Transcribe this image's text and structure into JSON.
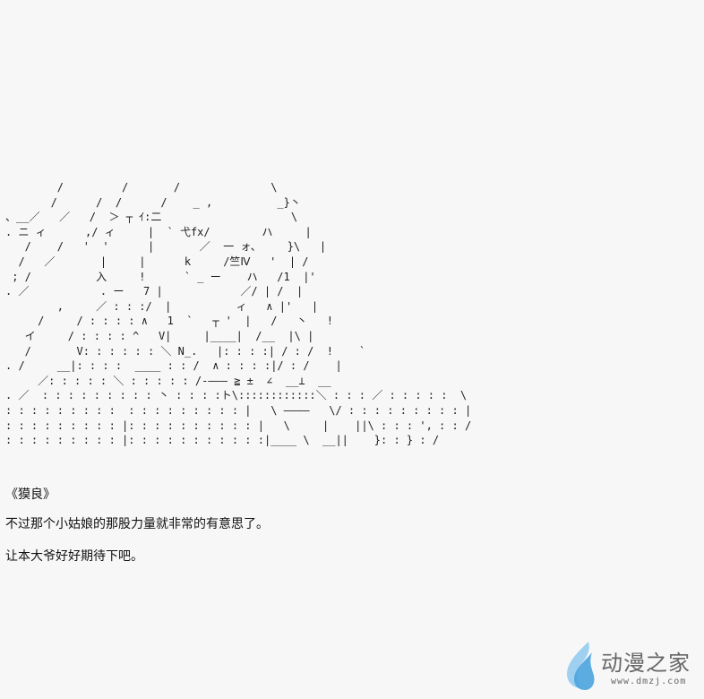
{
  "ascii_art": {
    "lines": [
      "        /         /       /              \\",
      "       /      /  /      /    _ ,          _}丶",
      "、__／   ／   /  ＞ ┬ ｲ:二                    \\",
      ". ニ ィ      ,/ ィ     |  ` 弋fx/        ハ     |",
      "   /    /   '  '      |       ／  一 ォ、    }\\   |",
      "  /   ／       |     |      k     /竺Ⅳ   '  | /",
      " ; /          入     !      ` _ ー    ハ   /1  |'",
      ". ／           . ー   7 |            ／/ | /  |",
      "        ,     ／ : : :/  |          ィ   ∧ |'   |",
      "     /     / : : : : ∧   1  `   ┬ '  |   /   丶   !",
      "   イ     / : : : : ^   V|     |____|  /__  |\\ |",
      "   /       V: : : : : : ＼ N_.   |: : : :| / : /  !    `",
      ". /     __|: : : :  ____ : : /  ∧ : : : :|/ : /    |",
      "     ／: : : : : ＼ : : : : : /-――― ≧ ±  ∠  __⊥  __",
      ". ／  : : : : : : : : : 丶 : : : :ト\\::::::::::::＼ : : : ／ : : : : :  \\",
      ": : : : : : : : :  : : : : : : : : : |   \\ ――――   \\/ : : : : : : : : : |",
      ": : : : : : : : : |: : : : : : : : : : |   \\     |    ||\\ : : : ', : : /",
      ": : : : : : : : : |: : : : : : : : : : :|____ \\  __||    }: : } : /"
    ]
  },
  "dialogue": {
    "speaker": "《獏良》",
    "line_1": "不过那个小姑娘的那股力量就非常的有意思了。",
    "line_2": "让本大爷好好期待下吧。"
  },
  "watermark": {
    "title": "动漫之家",
    "url": "www.dmzj.com",
    "logo_icon": "leaf-flame-icon",
    "logo_colors": [
      "#4aa3df",
      "#9fd0f0"
    ]
  }
}
